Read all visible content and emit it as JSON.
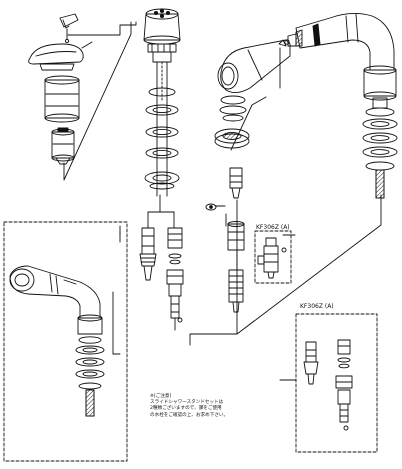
{
  "labels": {
    "kit_a": "KF306Z (A)",
    "kit_b": "KF306Z (A)"
  },
  "note": {
    "line1": "※[ご注意]",
    "line2": "スライドシャワースタンドセットは",
    "line3": "2種類ございますので、課をご使用",
    "line4": "の水栓をご確認の上、お求め下さい。"
  },
  "colors": {
    "ink": "#111111",
    "paper": "#ffffff",
    "hatch": "#333333"
  }
}
